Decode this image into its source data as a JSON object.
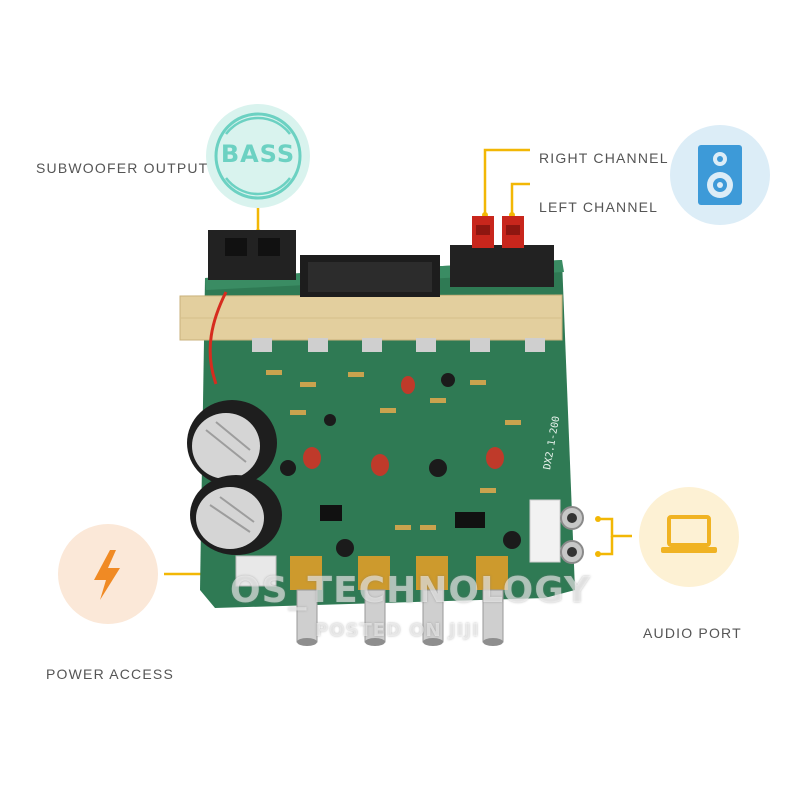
{
  "labels": {
    "subwoofer_output": "SUBWOOFER OUTPUT",
    "right_channel": "RIGHT CHANNEL",
    "left_channel": "LEFT CHANNEL",
    "audio_port": "AUDIO PORT",
    "power_access": "POWER ACCESS"
  },
  "bass_badge": "BASS",
  "board_marking": "DX2.1-200",
  "watermark": {
    "line1": "OS_TECHNOLOGY",
    "line2": "POSTED ON JIJI"
  },
  "colors": {
    "connector_line": "#f2b705",
    "bass_circle": "#d9f3ee",
    "bass_accent": "#6cd1c2",
    "speaker_circle": "#dcedf7",
    "speaker_icon": "#3d9ad8",
    "laptop_circle": "#fdf1d4",
    "laptop_icon": "#f0b323",
    "bolt_circle": "#fbe8d8",
    "bolt_icon": "#f08a24",
    "pcb": "#2f7a54",
    "heatsink": "#e3cf9e"
  },
  "icons": [
    "bass-icon",
    "speaker-icon",
    "laptop-icon",
    "lightning-bolt-icon"
  ]
}
